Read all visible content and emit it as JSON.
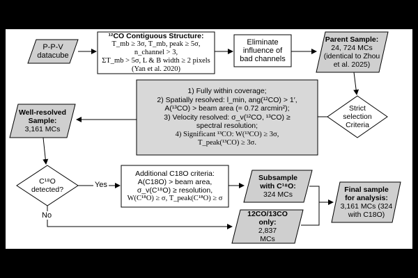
{
  "nodes": {
    "ppv": {
      "line1": "P-P-V",
      "line2": "datacube"
    },
    "contig": {
      "title": "¹²CO Contiguous Structure:",
      "line1": "T_mb ≥ 3σ, T_mb, peak ≥ 5σ, n_channel > 3,",
      "line2": "ΣT_mb > 5σ, L & B width ≥ 2 pixels",
      "line3": "(Yan et al. 2020)"
    },
    "eliminate": {
      "line1": "Eliminate",
      "line2": "influence of",
      "line3": "bad channels"
    },
    "parent": {
      "title": "Parent Sample:",
      "line1": "24, 724 MCs",
      "line2": "(identical to Zhou",
      "line3": "et al. 2025)"
    },
    "criteria_box": {
      "c1": "1)   Fully within coverage;",
      "c2a": "2)   Spatially resolved: l_min, ang(¹²CO) > 1′,",
      "c2b": "A(¹³CO) > beam area (= 0.72 arcmin²);",
      "c3a": "3)   Velocity resolved: σ_v(¹²CO, ¹³CO) ≥",
      "c3b": "spectral resolution;",
      "c4a": "4)   Significant ¹³CO: W(¹³CO) ≥ 3σ,",
      "c4b": "T_peak(¹³CO) ≥ 3σ."
    },
    "strict": {
      "line1": "Strict",
      "line2": "selection",
      "line3": "Criteria"
    },
    "well": {
      "title1": "Well-resolved",
      "title2": "Sample:",
      "line1": "3,161 MCs"
    },
    "c18o_q": {
      "line1": "C¹⁸O",
      "line2": "detected?"
    },
    "addl": {
      "title": "Additional C18O criteria:",
      "line1": "A(C18O) > beam area,",
      "line2": "σ_v(C¹⁸O) ≥ resolution,",
      "line3": "W(C¹⁸O) ≥ σ, T_peak(C¹⁸O) ≥ σ"
    },
    "subsample": {
      "title1": "Subsample",
      "title2": "with C¹⁸O:",
      "line1": "324 MCs"
    },
    "only": {
      "title1": "12CO/13CO",
      "title2": "only:",
      "line1": "2,837",
      "line2": "MCs"
    },
    "final": {
      "title1": "Final sample",
      "title2": "for analysis:",
      "line1": "3,161 MCs (324",
      "line2": "with C18O)"
    }
  },
  "edge_labels": {
    "yes": "Yes",
    "no": "No"
  }
}
